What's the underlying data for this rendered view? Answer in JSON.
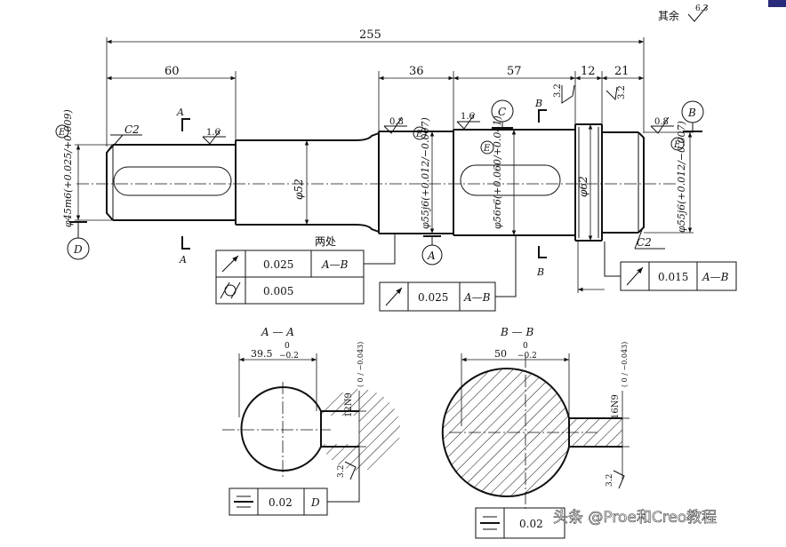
{
  "header": {
    "surface_note": "其余",
    "surface_note_value": "6.3"
  },
  "dimensions": {
    "overall": "255",
    "left_seg": "60",
    "seg_36": "36",
    "seg_57": "57",
    "seg_12": "12",
    "seg_21": "21",
    "d52": "φ52",
    "d62": "φ62",
    "d45": "φ45m6(+0.025/+0.009)",
    "d55_left": "φ55j6(+0.012/−0.007)",
    "d56": "φ56r6(+0.060/+0.041)",
    "d55_right": "φ55j6(+0.012/−0.007)"
  },
  "labels": {
    "c2_left": "C2",
    "c2_right": "C2",
    "two_places": "两处",
    "section_a": "A",
    "section_b": "B",
    "e_mark": "E",
    "datum_a": "A",
    "datum_b": "B",
    "datum_c": "C",
    "datum_d": "D"
  },
  "roughness": {
    "r08_left": "0.8",
    "r16_a": "1.6",
    "r16_b": "1.6",
    "r32_top": "3.2",
    "r32_top2": "3.2",
    "r08_right": "0.8",
    "r32_aa": "3.2",
    "r32_bb": "3.2"
  },
  "tolerance_frames": {
    "frame1": {
      "row1_value": "0.025",
      "row1_datum": "A—B",
      "row2_value": "0.005"
    },
    "frame2": {
      "value": "0.025",
      "datum": "A—B"
    },
    "frame3": {
      "value": "0.015",
      "datum": "A—B"
    },
    "frame_aa": {
      "value": "0.02",
      "datum": "D"
    },
    "frame_bb": {
      "value": "0.02"
    }
  },
  "section_aa": {
    "title": "A — A",
    "width": "39.5",
    "width_tol_upper": "0",
    "width_tol_lower": "−0.2",
    "keyway": "12N9",
    "keyway_tol": "(  0  / −0.043)"
  },
  "section_bb": {
    "title": "B — B",
    "width": "50",
    "width_tol_upper": "0",
    "width_tol_lower": "−0.2",
    "keyway": "16N9",
    "keyway_tol": "(  0  / −0.043)"
  },
  "watermark": "头条 @Proe和Creo教程",
  "colors": {
    "ink": "#111111",
    "corner_accent": "#2a2a7a"
  }
}
